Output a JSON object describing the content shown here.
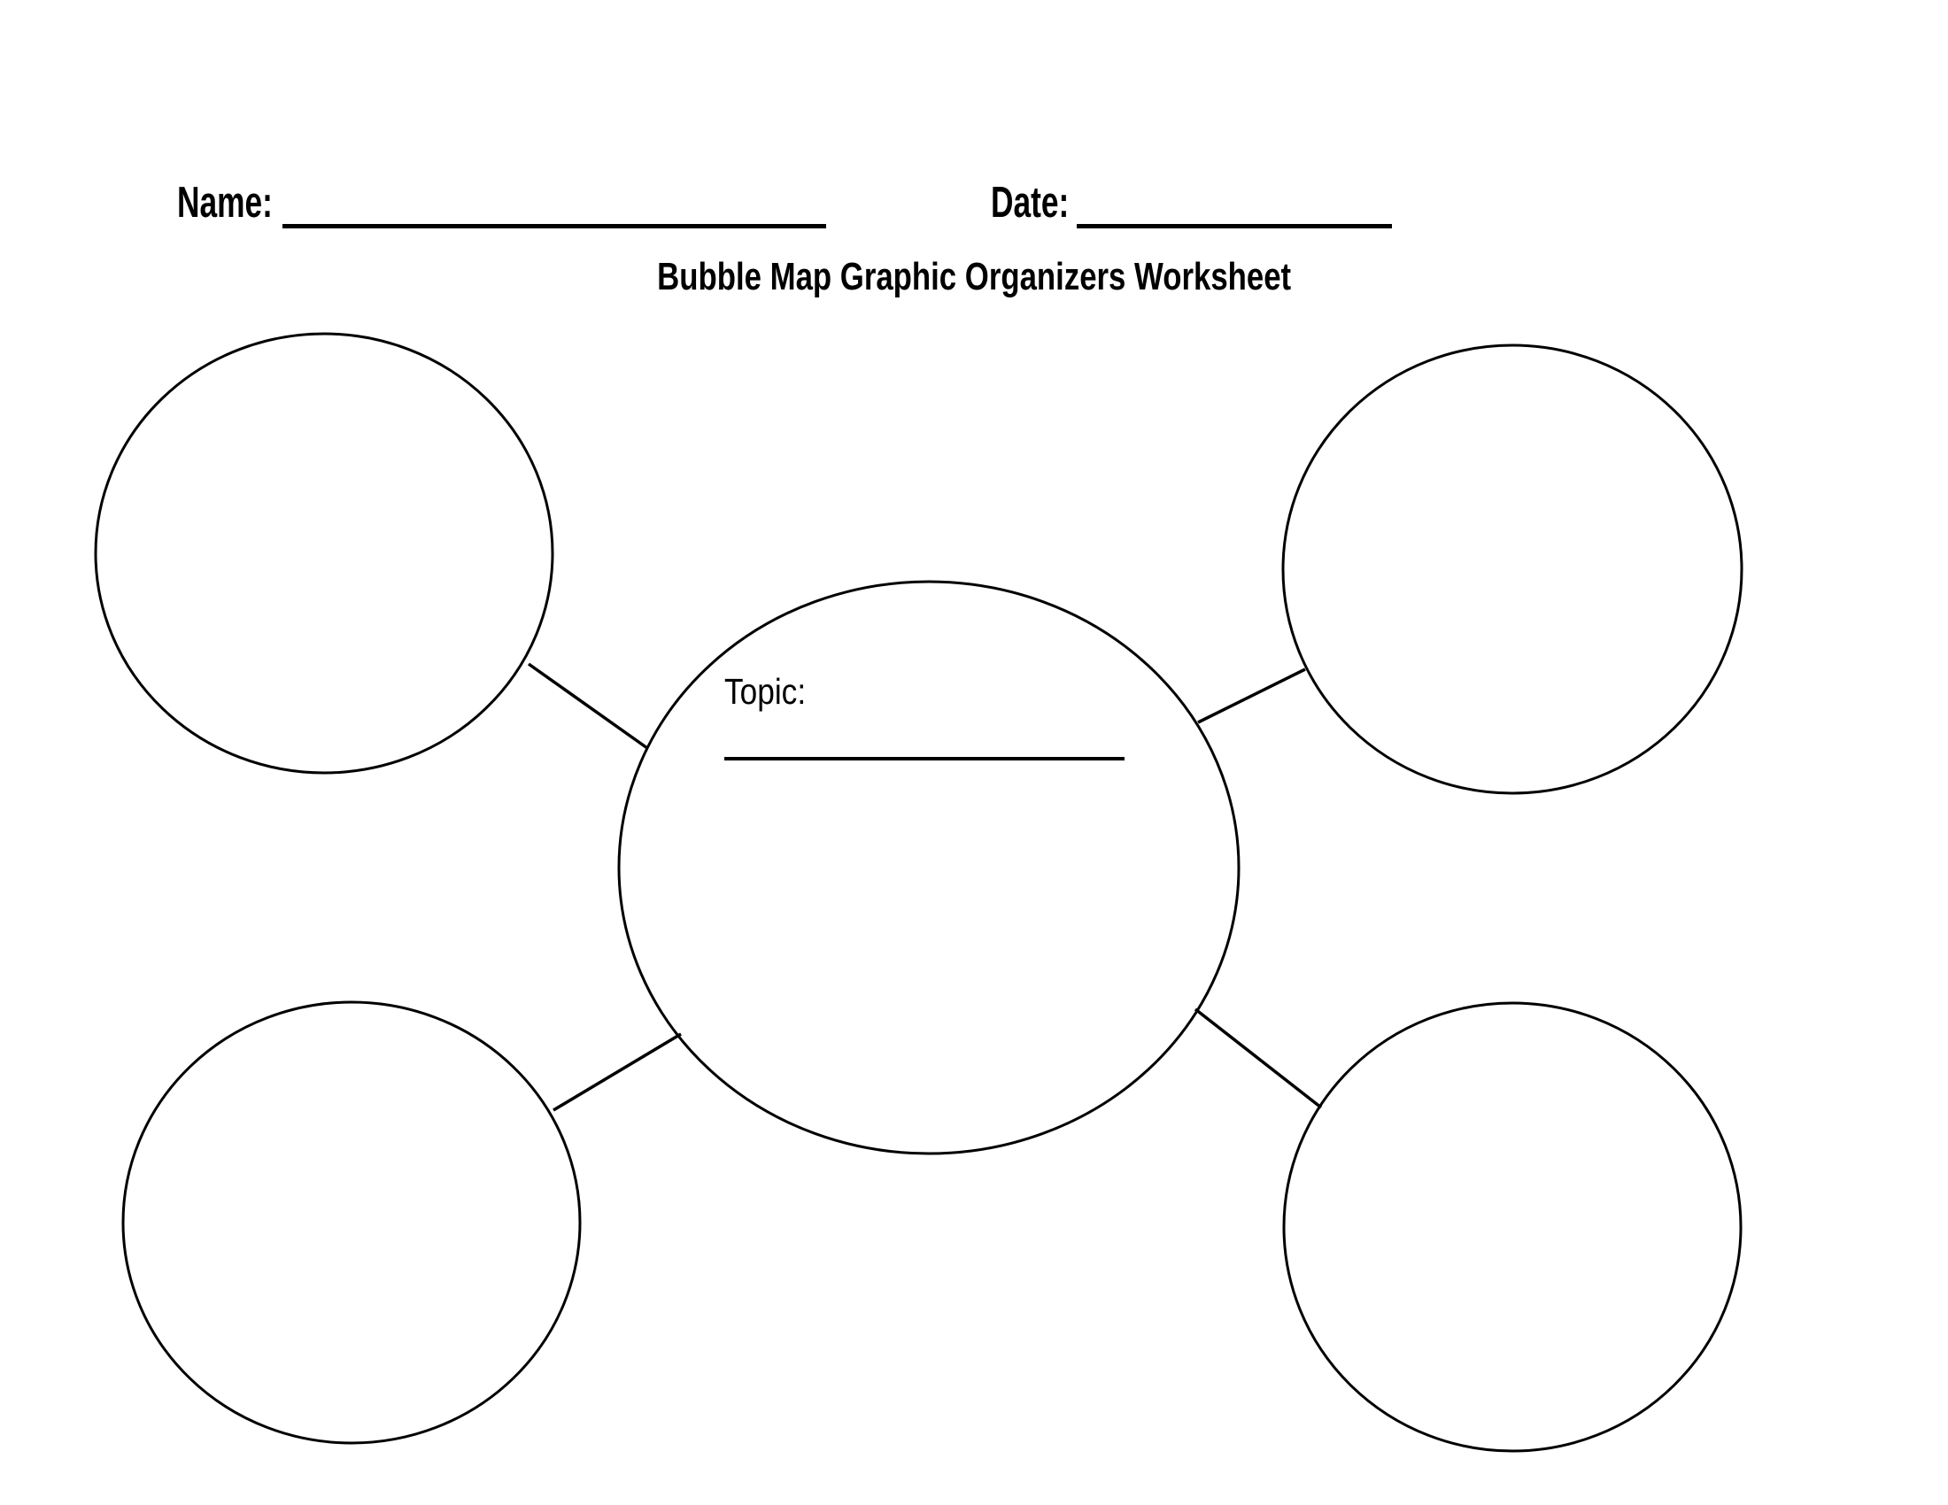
{
  "page": {
    "paper_color": "#ffffff",
    "ink_color": "#000000"
  },
  "header": {
    "name_label": "Name:",
    "name_value": "",
    "date_label": "Date:",
    "date_value": ""
  },
  "title": "Bubble Map Graphic Organizers Worksheet",
  "diagram": {
    "center_bubble": {
      "topic_label": "Topic:",
      "topic_value": ""
    },
    "outer_bubbles": [
      {
        "position": "top-left",
        "value": ""
      },
      {
        "position": "top-right",
        "value": ""
      },
      {
        "position": "bottom-left",
        "value": ""
      },
      {
        "position": "bottom-right",
        "value": ""
      }
    ]
  }
}
